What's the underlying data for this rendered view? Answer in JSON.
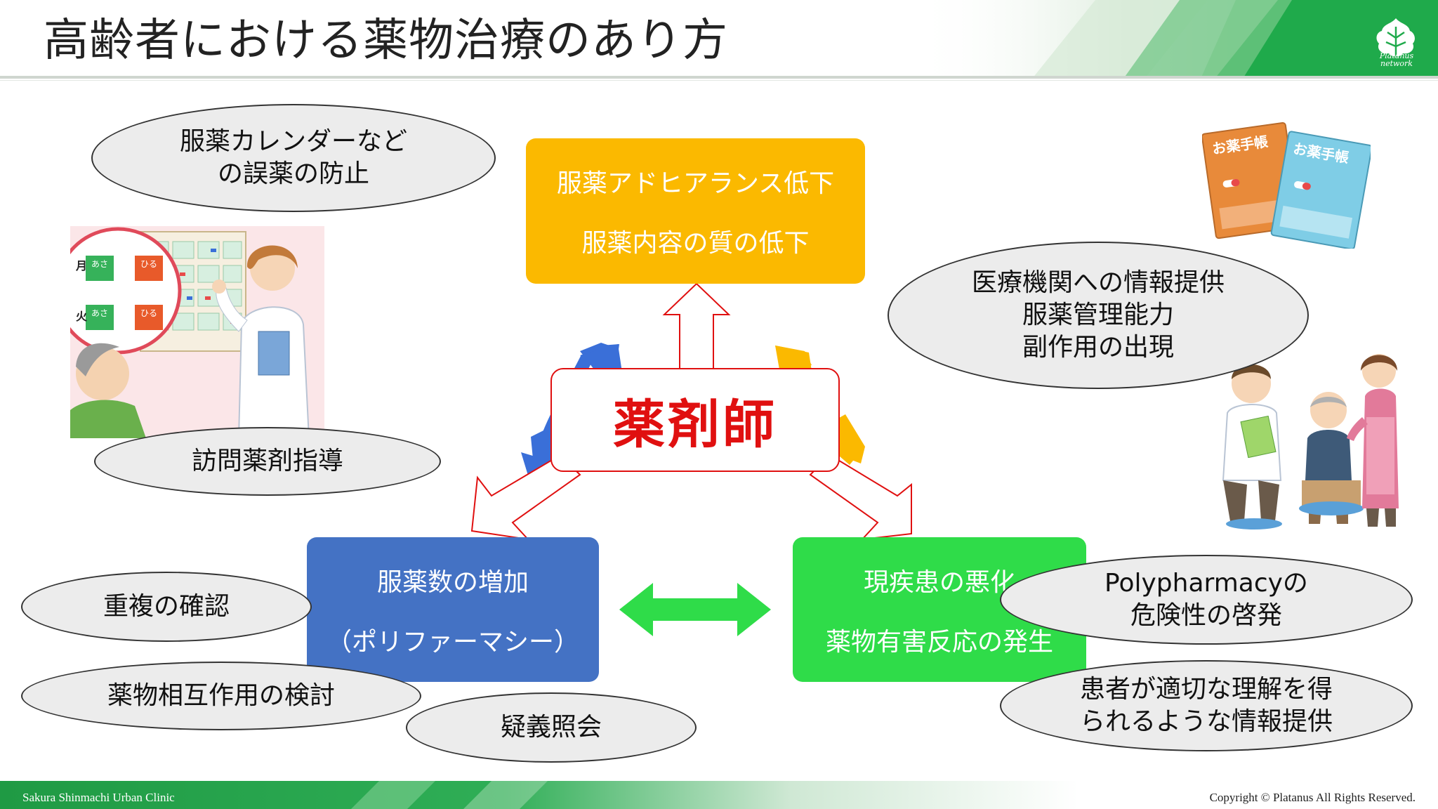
{
  "header": {
    "title": "高齢者における薬物治療のあり方",
    "logo_text_1": "Platanus",
    "logo_text_2": "network",
    "logo_icon": "leaf-icon"
  },
  "center": {
    "label": "薬剤師"
  },
  "boxes": {
    "top": {
      "line1": "服薬アドヒアランス低下",
      "line2": "服薬内容の質の低下"
    },
    "left": {
      "line1": "服薬数の増加",
      "line2": "（ポリファーマシー）"
    },
    "right": {
      "line1": "現疾患の悪化",
      "line2": "薬物有害反応の発生"
    }
  },
  "ellipses": {
    "calendar": {
      "line1": "服薬カレンダーなど",
      "line2": "の誤薬の防止"
    },
    "visit": {
      "line1": "訪問薬剤指導"
    },
    "info": {
      "line1": "医療機関への情報提供",
      "line2": "服薬管理能力",
      "line3": "副作用の出現"
    },
    "duplicate": {
      "line1": "重複の確認"
    },
    "interaction": {
      "line1": "薬物相互作用の検討"
    },
    "inquiry": {
      "line1": "疑義照会"
    },
    "polypharmacy": {
      "line1": "Polypharmacyの",
      "line2": "危険性の啓発"
    },
    "patient_info": {
      "line1": "患者が適切な理解を得",
      "line2": "られるような情報提供"
    }
  },
  "illustrations": {
    "calendar": {
      "row1": "月",
      "row2": "火",
      "slot_morning": "あさ",
      "slot_noon": "ひる"
    },
    "notebook": {
      "label": "お薬手帳"
    }
  },
  "footer": {
    "left": "Sakura Shinmachi Urban Clinic",
    "right": "Copyright © Platanus All Rights Reserved."
  },
  "colors": {
    "top_box": "#fbb900",
    "left_box": "#4472c4",
    "right_box": "#2fdc49",
    "center_text": "#e01010",
    "arrow_green": "#2fdc49",
    "arrow_blue": "#3a6fd8",
    "arrow_yellow": "#fbb900",
    "header_green": "#1faa4b"
  }
}
